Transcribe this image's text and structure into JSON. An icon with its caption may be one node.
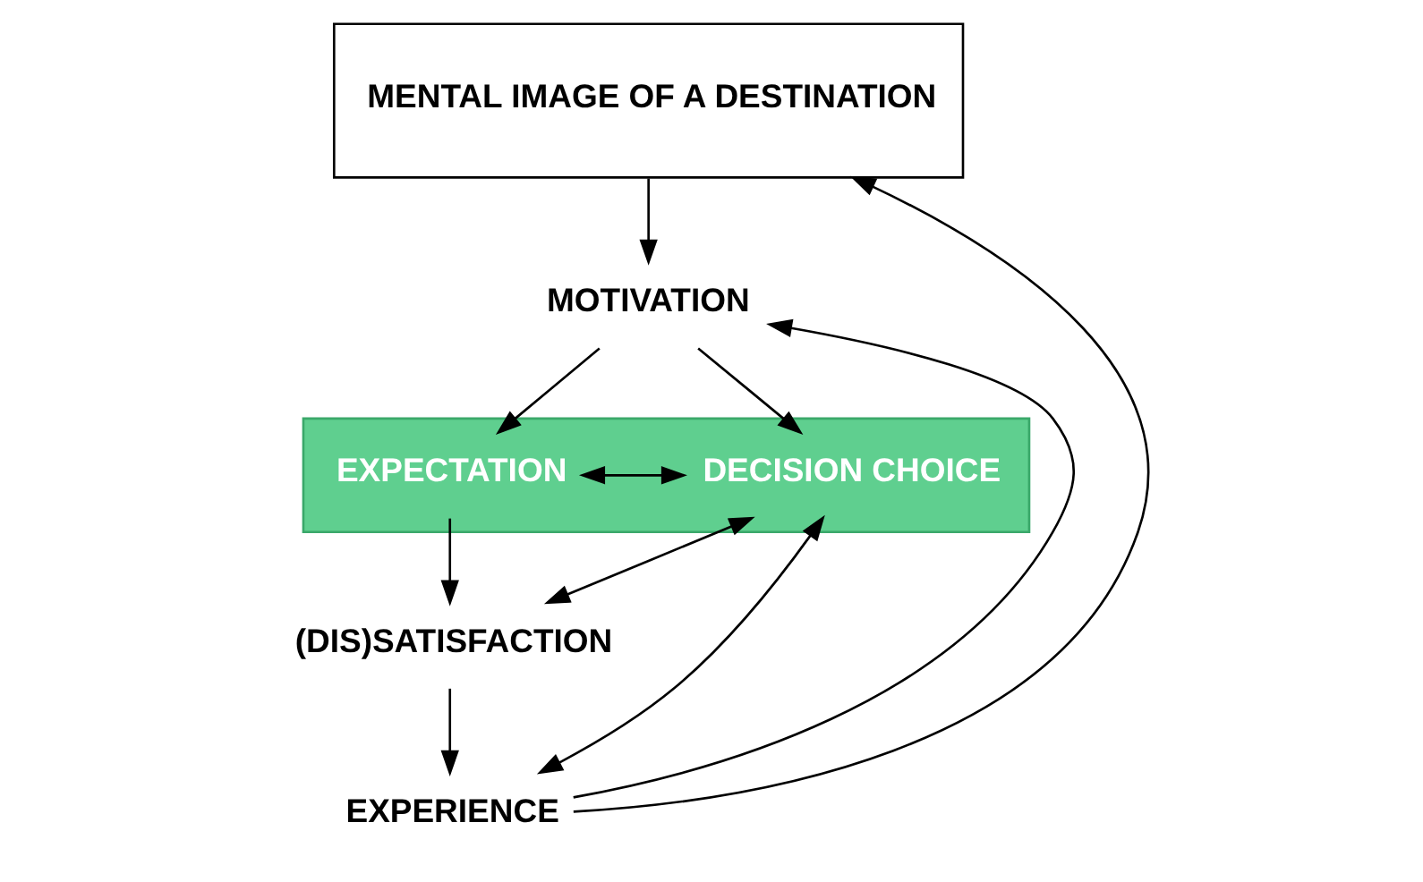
{
  "diagram": {
    "nodes": [
      {
        "text": [
          "MENTAL IMAGE OF A DESTINATION"
        ]
      },
      {
        "text": [
          "MOTIVATION"
        ]
      },
      {
        "text": [],
        "shape": "bar"
      },
      {
        "text": [
          "EXPECTATION"
        ],
        "in": 2
      },
      {
        "text": [
          "DECISION CHOICE"
        ],
        "in": 2
      },
      {
        "text": [
          "(DIS)SATISFACTION"
        ]
      },
      {
        "text": [
          "EXPERIENCE"
        ]
      }
    ],
    "edges": [
      {
        "from": 0,
        "to": 1,
        "arrow": "to"
      },
      {
        "from": 1,
        "to": 3,
        "arrow": "to"
      },
      {
        "from": 1,
        "to": 4,
        "arrow": "to"
      },
      {
        "from": 3,
        "to": 4,
        "arrow": "both"
      },
      {
        "from": 3,
        "to": 5,
        "arrow": "to"
      },
      {
        "from": 5,
        "to": 4,
        "arrow": "both"
      },
      {
        "from": 5,
        "to": 6,
        "arrow": "to"
      },
      {
        "from": 6,
        "to": 4,
        "arrow": "both"
      },
      {
        "from": 6,
        "to": 1,
        "arrow": "to"
      },
      {
        "from": 6,
        "to": 0,
        "arrow": "to"
      }
    ]
  }
}
